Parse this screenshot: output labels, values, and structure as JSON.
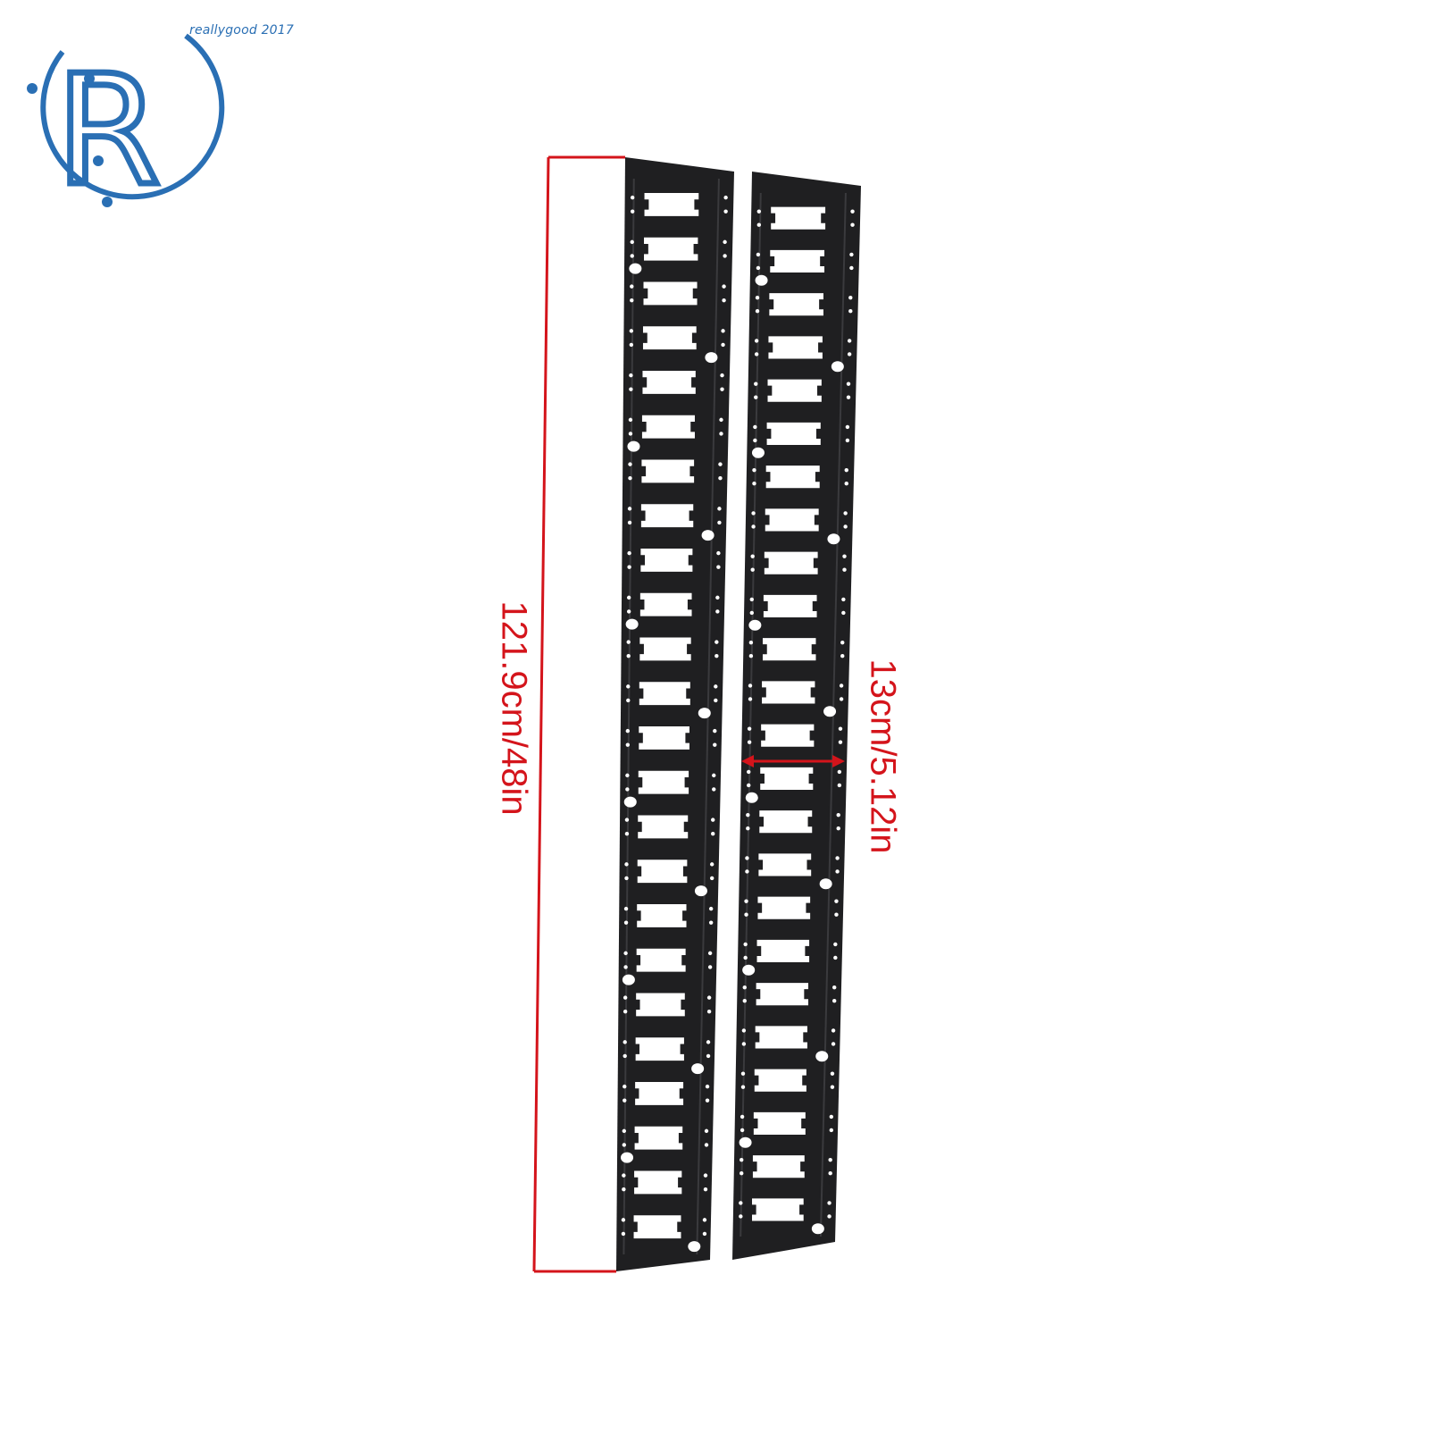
{
  "logo": {
    "letter": "R",
    "brand_text": "reallygood 2017",
    "color": "#2a6fb4"
  },
  "dimensions": {
    "length_label": "121.9cm/48in",
    "width_label": "13cm/5.12in",
    "color": "#d4141b"
  },
  "product": {
    "rail_count": 2,
    "slots_per_rail": 24,
    "rail_color": "#1f1f21"
  }
}
